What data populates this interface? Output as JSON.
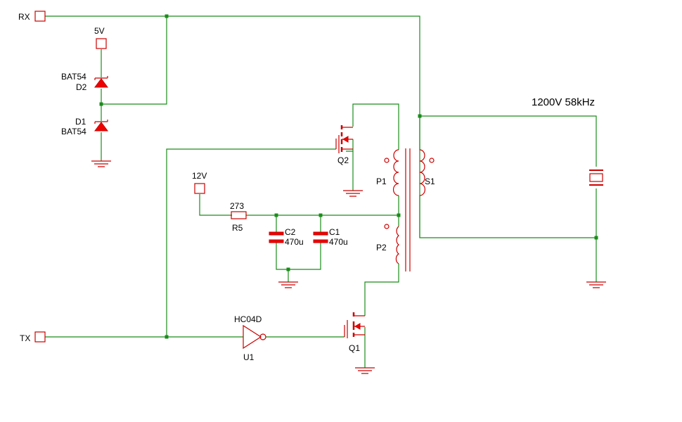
{
  "ports": {
    "rx": "RX",
    "tx": "TX"
  },
  "supplies": {
    "v5": "5V",
    "v12": "12V"
  },
  "components": {
    "d2": {
      "ref": "D2",
      "value": "BAT54"
    },
    "d1": {
      "ref": "D1",
      "value": "BAT54"
    },
    "q2": {
      "ref": "Q2"
    },
    "q1": {
      "ref": "Q1"
    },
    "r5": {
      "ref": "R5",
      "value": "273"
    },
    "c2": {
      "ref": "C2",
      "value": "470u"
    },
    "c1": {
      "ref": "C1",
      "value": "470u"
    },
    "u1": {
      "ref": "U1",
      "value": "HC04D"
    },
    "transformer": {
      "p1": "P1",
      "p2": "P2",
      "s1": "S1"
    }
  },
  "annotation": "1200V 58kHz",
  "colors": {
    "wire": "#1a8c1a",
    "component": "#cc0000",
    "component_fill": "#ee0000",
    "text": "#000000"
  }
}
